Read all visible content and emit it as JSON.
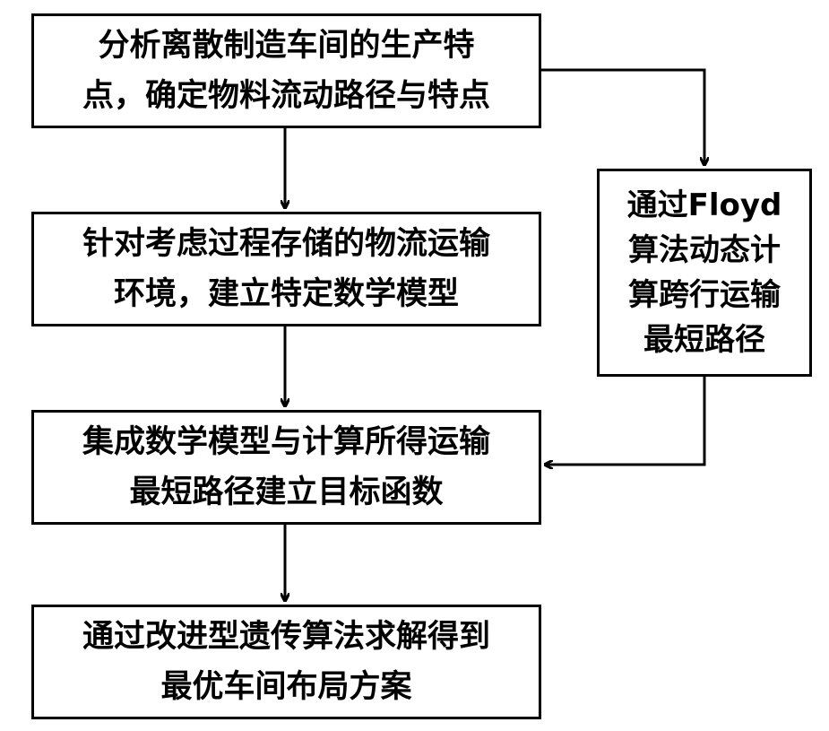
{
  "steps": [
    {
      "line1": "分析离散制造车间的生产特",
      "line2": "点，确定物料流动路径与特点"
    },
    {
      "line1": "针对考虑过程存储的物流运输",
      "line2": "环境，建立特定数学模型"
    },
    {
      "line1": "集成数学模型与计算所得运输",
      "line2": "最短路径建立目标函数"
    },
    {
      "line1": "通过改进型遗传算法求解得到",
      "line2": "最优车间布局方案"
    }
  ],
  "side": {
    "line1": "通过Floyd",
    "line2": "算法动态计",
    "line3": "算跨行运输",
    "line4": "最短路径"
  }
}
